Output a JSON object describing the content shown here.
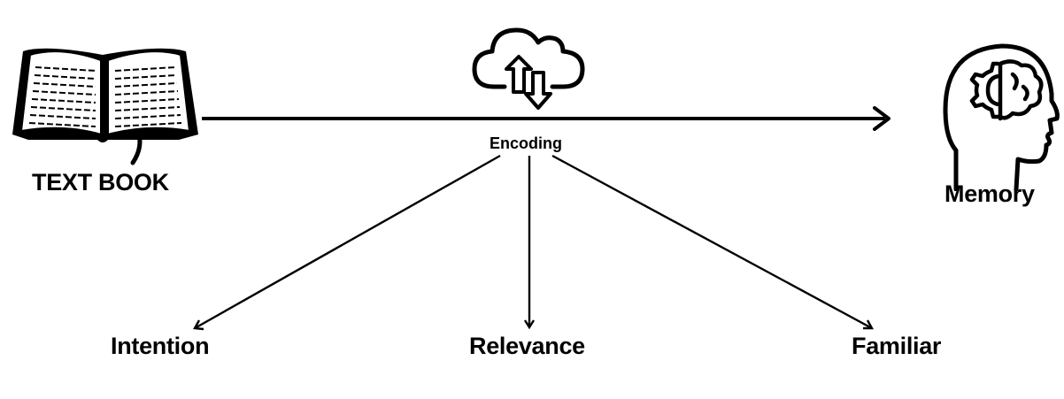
{
  "nodes": {
    "source": {
      "label": "TEXT BOOK",
      "icon": "open-book-icon"
    },
    "process": {
      "label": "Encoding",
      "icon": "cloud-upload-download-icon"
    },
    "target": {
      "label": "Memory",
      "icon": "head-brain-gear-icon"
    }
  },
  "factors": [
    {
      "label": "Intention"
    },
    {
      "label": "Relevance"
    },
    {
      "label": "Familiar"
    }
  ],
  "colors": {
    "ink": "#000000",
    "background": "#ffffff"
  }
}
